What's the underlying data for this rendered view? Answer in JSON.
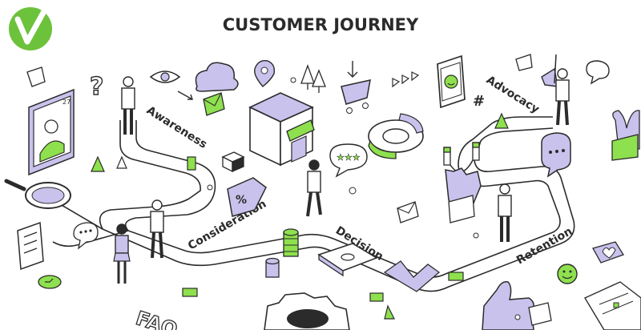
{
  "title": "CUSTOMER JOURNEY",
  "stages": {
    "awareness": "Awareness",
    "consideration": "Consideration",
    "decision": "Decision",
    "retention": "Retention",
    "advocacy": "Advocacy"
  },
  "calendar_day": "27",
  "faq_text": "FAQ",
  "colors": {
    "accent_green": "#8ee04e",
    "lavender": "#c9c2ec",
    "ink": "#2b2b2b",
    "logo_green": "#6cc23a"
  },
  "icons": [
    "logo-icon",
    "question-icon",
    "eye-icon",
    "cloud-icon",
    "envelope-icon",
    "location-pin-icon",
    "tree-icon",
    "shopping-cart-icon",
    "smartphone-icon",
    "megaphone-icon",
    "chat-bubble-icon",
    "store-icon",
    "gift-icon",
    "price-tag-icon",
    "donut-chart-icon",
    "rating-stars-icon",
    "hand-magnet-icon",
    "magnifier-icon",
    "checklist-icon",
    "coin-stack-icon",
    "banknote-icon",
    "gear-icon",
    "thumbs-up-icon",
    "smiley-icon",
    "heart-icon",
    "plant-icon"
  ]
}
